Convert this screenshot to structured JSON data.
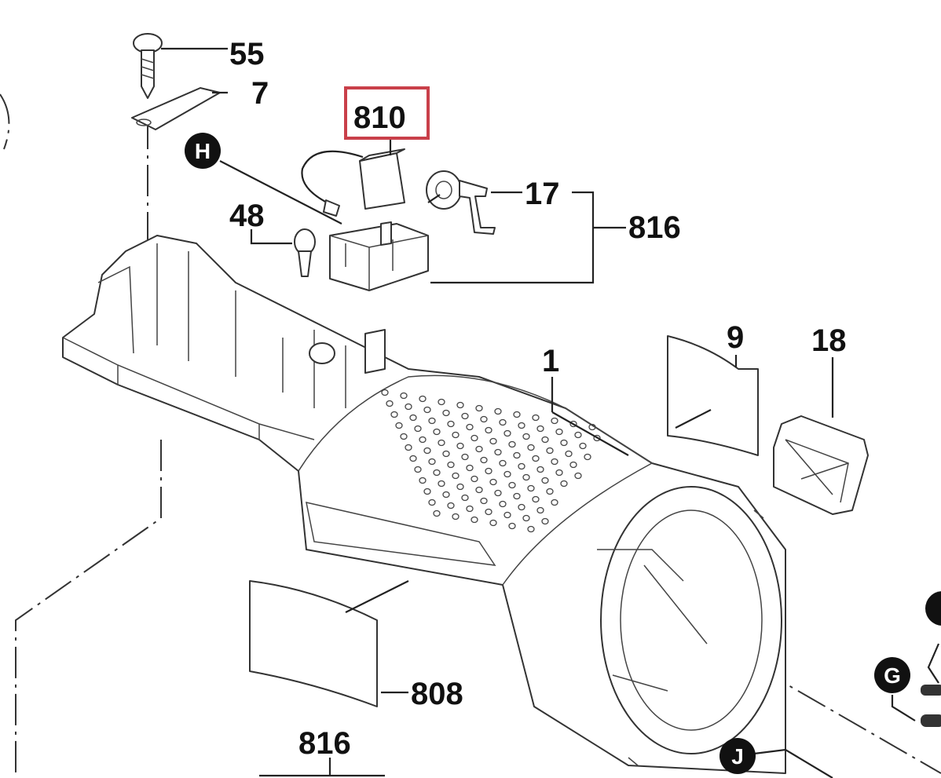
{
  "diagram": {
    "highlight_color": "#c9404a",
    "highlighted_part": "810",
    "part_labels": {
      "p55": "55",
      "p7": "7",
      "p810": "810",
      "p48": "48",
      "p17": "17",
      "p816_top": "816",
      "p9": "9",
      "p18": "18",
      "p1": "1",
      "p808": "808",
      "p816_bottom": "816"
    },
    "callouts": {
      "h": "H",
      "g": "G",
      "j": "J"
    }
  }
}
